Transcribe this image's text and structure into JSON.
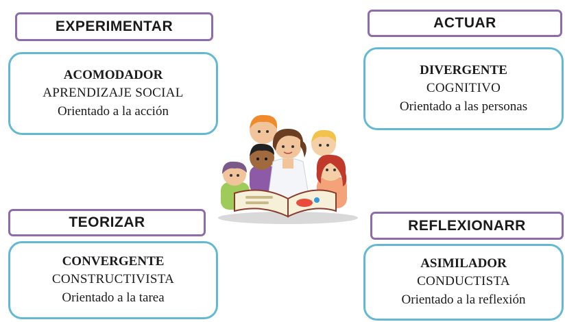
{
  "quadrants": {
    "top_left": {
      "label": "EXPERIMENTAR",
      "name": "ACOMODADOR",
      "kind": "APRENDIZAJE SOCIAL",
      "desc": "Orientado a la acción"
    },
    "top_right": {
      "label": "ACTUAR",
      "name": "DIVERGENTE",
      "kind": "COGNITIVO",
      "desc": "Orientado a las personas"
    },
    "bottom_left": {
      "label": "TEORIZAR",
      "name": "CONVERGENTE",
      "kind": "CONSTRUCTIVISTA",
      "desc": "Orientado a la tarea"
    },
    "bottom_right": {
      "label": "REFLEXIONARR",
      "name": "ASIMILADOR",
      "kind": "CONDUCTISTA",
      "desc": "Orientado a la reflexión"
    }
  },
  "colors": {
    "label_border": "#8e6bab",
    "card_border": "#63b9d4"
  },
  "illustration": "teacher-reading-book-with-children"
}
